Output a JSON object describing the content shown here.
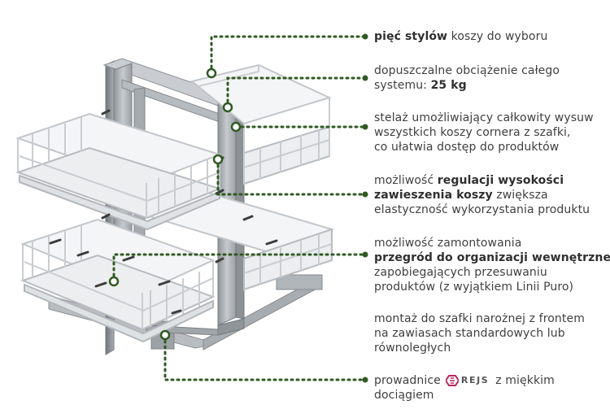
{
  "accent_color": "#2f5a22",
  "features": [
    {
      "lines": [
        [
          {
            "t": "pięć stylów",
            "b": true
          },
          {
            "t": " koszy do wyboru",
            "b": false
          }
        ]
      ]
    },
    {
      "lines": [
        [
          {
            "t": "dopuszczalne obciążenie całego",
            "b": false
          }
        ],
        [
          {
            "t": "systemu: ",
            "b": false
          },
          {
            "t": "25 kg",
            "b": true
          }
        ]
      ]
    },
    {
      "lines": [
        [
          {
            "t": "stelaż umożliwiający całkowity wysuw",
            "b": false
          }
        ],
        [
          {
            "t": "wszystkich koszy cornera z szafki,",
            "b": false
          }
        ],
        [
          {
            "t": "co ułatwia dostęp do produktów",
            "b": false
          }
        ]
      ]
    },
    {
      "lines": [
        [
          {
            "t": "możliwość ",
            "b": false
          },
          {
            "t": "regulacji wysokości",
            "b": true
          }
        ],
        [
          {
            "t": "zawieszenia koszy",
            "b": true
          },
          {
            "t": " zwiększa",
            "b": false
          }
        ],
        [
          {
            "t": "elastyczność wykorzystania produktu",
            "b": false
          }
        ]
      ]
    },
    {
      "lines": [
        [
          {
            "t": "możliwość zamontowania",
            "b": false
          }
        ],
        [
          {
            "t": "przegród do organizacji wewnętrznej",
            "b": true
          }
        ],
        [
          {
            "t": "zapobiegających przesuwaniu",
            "b": false
          }
        ],
        [
          {
            "t": "produktów (z wyjątkiem Linii Puro)",
            "b": false
          }
        ]
      ]
    },
    {
      "lines": [
        [
          {
            "t": "montaż do szafki narożnej z frontem",
            "b": false
          }
        ],
        [
          {
            "t": "na zawiasach standardowych lub",
            "b": false
          }
        ],
        [
          {
            "t": "równoległych",
            "b": false
          }
        ]
      ]
    },
    {
      "lines": [
        [
          {
            "t": "prowadnice",
            "b": false
          }
        ],
        [
          {
            "t": "dociągiem",
            "b": false
          }
        ]
      ],
      "brand": "REJS",
      "after_brand": "z miękkim"
    }
  ]
}
